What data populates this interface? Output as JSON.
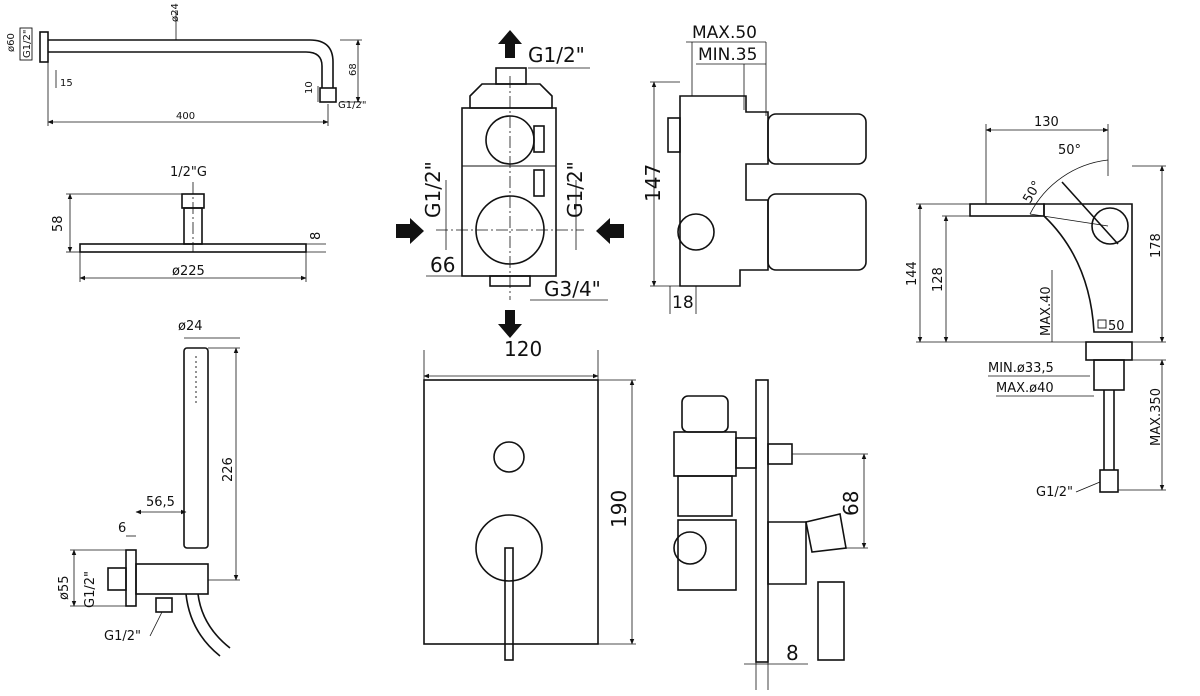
{
  "shower_arm": {
    "dia_top": "ø24",
    "dia_flange": "ø60",
    "thread_wall": "G1/2\"",
    "dim_15": "15",
    "dim_68": "68",
    "dim_10": "10",
    "dim_400": "400",
    "thread_end": "G1/2\""
  },
  "head_shower": {
    "thread": "1/2\"G",
    "height": "58",
    "thickness": "8",
    "diameter": "ø225"
  },
  "hand_shower": {
    "dia_handle": "ø24",
    "length": "226",
    "dim_56_5": "56,5",
    "dim_6": "6",
    "flange_dia": "ø55",
    "thread_side": "G1/2\"",
    "thread_bottom": "G1/2\""
  },
  "valve_body": {
    "thread_top": "G1/2\"",
    "thread_left": "G1/2\"",
    "thread_right": "G1/2\"",
    "dim_66": "66",
    "thread_bottom": "G3/4\""
  },
  "valve_side": {
    "max_depth": "MAX.50",
    "min_depth": "MIN.35",
    "height": "147",
    "dim_18": "18"
  },
  "plate_front": {
    "width": "120",
    "height": "190"
  },
  "plate_side": {
    "dim_68": "68",
    "dim_8": "8"
  },
  "spout": {
    "reach": "130",
    "angle_1": "50°",
    "angle_2": "50°",
    "height_total": "144",
    "height_spout": "128",
    "height_body": "178",
    "max_40": "MAX.40",
    "base": "50",
    "min_hole": "MIN.ø33,5",
    "max_hole": "MAX.ø40",
    "max_350": "MAX.350",
    "thread": "G1/2\""
  }
}
